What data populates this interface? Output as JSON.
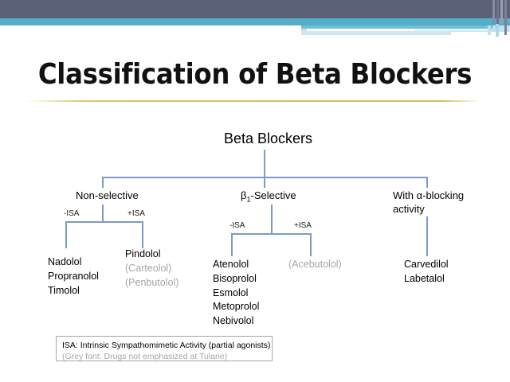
{
  "slide": {
    "title": "Classification of Beta Blockers",
    "theme": {
      "banner_dark": "#5b6178",
      "banner_teal": "#55aec8",
      "banner_light": "#c3e2ef",
      "rule_gold": "#cfc165",
      "connector_blue": "#7d9ac8",
      "grey_text": "#a6a6a6"
    }
  },
  "diagram": {
    "root": "Beta Blockers",
    "branches": [
      {
        "label": "Non-selective",
        "subgroups": [
          {
            "label": "-ISA",
            "drugs": [
              {
                "name": "Nadolol",
                "emphasized": true
              },
              {
                "name": "Propranolol",
                "emphasized": true
              },
              {
                "name": "Timolol",
                "emphasized": true
              }
            ]
          },
          {
            "label": "+ISA",
            "drugs": [
              {
                "name": "Pindolol",
                "emphasized": true
              },
              {
                "name": "(Carteolol)",
                "emphasized": false
              },
              {
                "name": "(Penbutolol)",
                "emphasized": false
              }
            ]
          }
        ]
      },
      {
        "label": "β1-Selective",
        "label_base": "β",
        "label_sub": "1",
        "label_rest": "-Selective",
        "subgroups": [
          {
            "label": "-ISA",
            "drugs": [
              {
                "name": "Atenolol",
                "emphasized": true
              },
              {
                "name": "Bisoprolol",
                "emphasized": true
              },
              {
                "name": "Esmolol",
                "emphasized": true
              },
              {
                "name": "Metoprolol",
                "emphasized": true
              },
              {
                "name": "Nebivolol",
                "emphasized": true
              }
            ]
          },
          {
            "label": "+ISA",
            "drugs": [
              {
                "name": "(Acebutolol)",
                "emphasized": false
              }
            ]
          }
        ]
      },
      {
        "label_line1": "With α-blocking",
        "label_line2": "activity",
        "subgroups": [
          {
            "label": "",
            "drugs": [
              {
                "name": "Carvedilol",
                "emphasized": true
              },
              {
                "name": "Labetalol",
                "emphasized": true
              }
            ]
          }
        ]
      }
    ]
  },
  "legend": {
    "line1": "ISA: Intrinsic Sympathomimetic Activity (partial agonists)",
    "line2": "(Grey font: Drugs not emphasized at Tulane)"
  }
}
